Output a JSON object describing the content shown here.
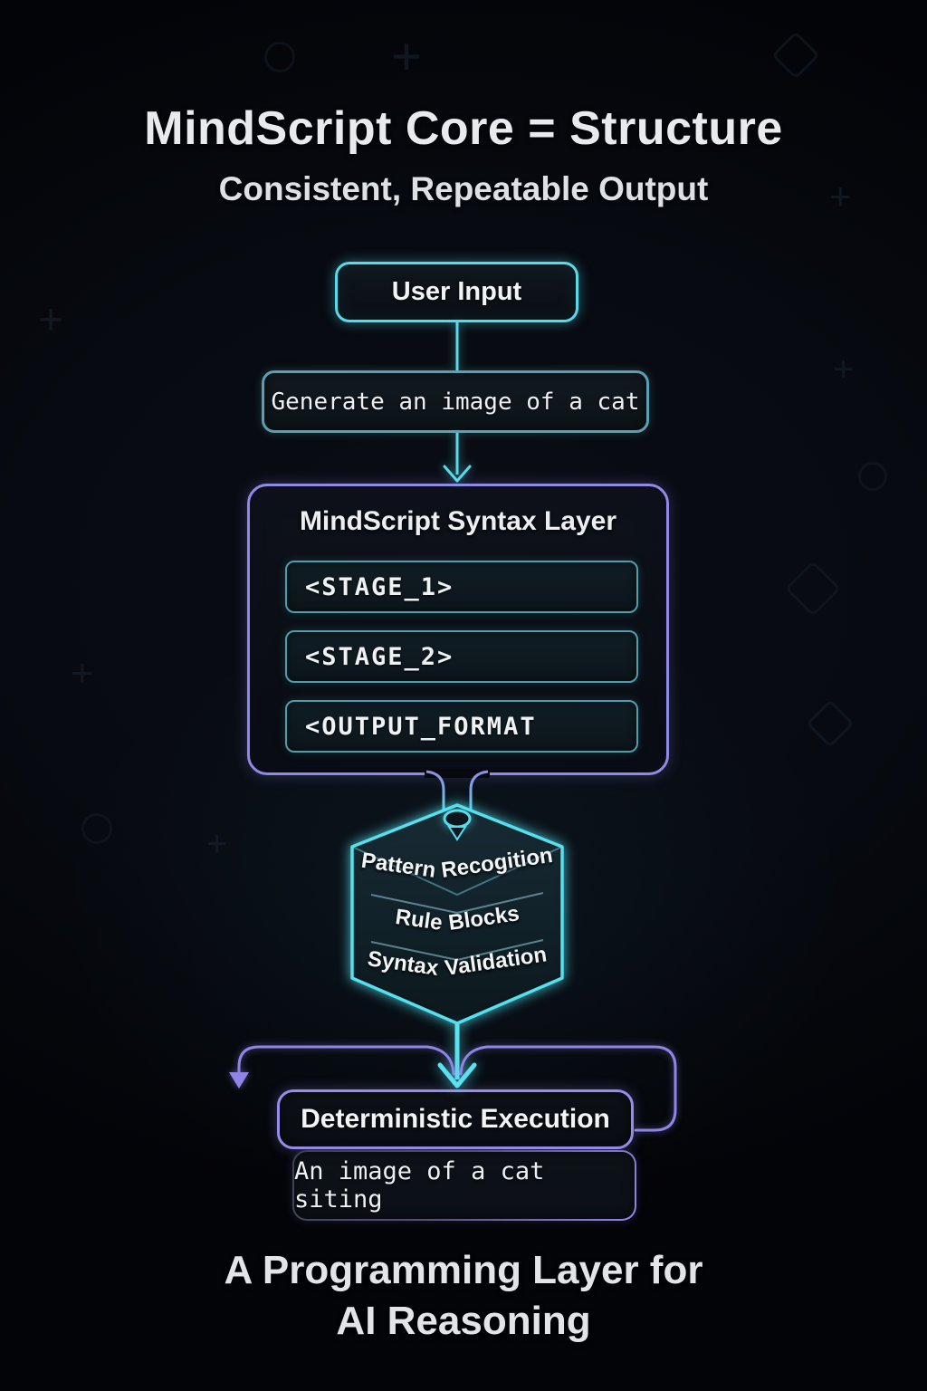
{
  "title": "MindScript Core = Structure",
  "subtitle": "Consistent, Repeatable Output",
  "flow": {
    "user_input": {
      "label": "User Input"
    },
    "prompt": {
      "text": "Generate an image of a cat"
    },
    "syntax_layer": {
      "title": "MindScript Syntax Layer",
      "tokens": [
        {
          "label": "<STAGE_1>"
        },
        {
          "label": "<STAGE_2>"
        },
        {
          "label": "<OUTPUT_FORMAT"
        }
      ]
    },
    "engine_cube": {
      "rows": [
        {
          "left": "Pattern",
          "right": "Recogition"
        },
        {
          "left": "Rule",
          "right": "Blocks"
        },
        {
          "left": "Syntax",
          "right": "Validation"
        }
      ]
    },
    "execution": {
      "label": "Deterministic Execution"
    },
    "output": {
      "text": "An image of a cat siting"
    }
  },
  "caption": {
    "line1": "A Programming Layer for",
    "line2": "AI Reasoning"
  },
  "colors": {
    "accent_cyan": "#57daea",
    "accent_teal": "#4f9dad",
    "accent_purple": "#9089e6",
    "background": "#07090f",
    "text": "#e7e9ec"
  }
}
